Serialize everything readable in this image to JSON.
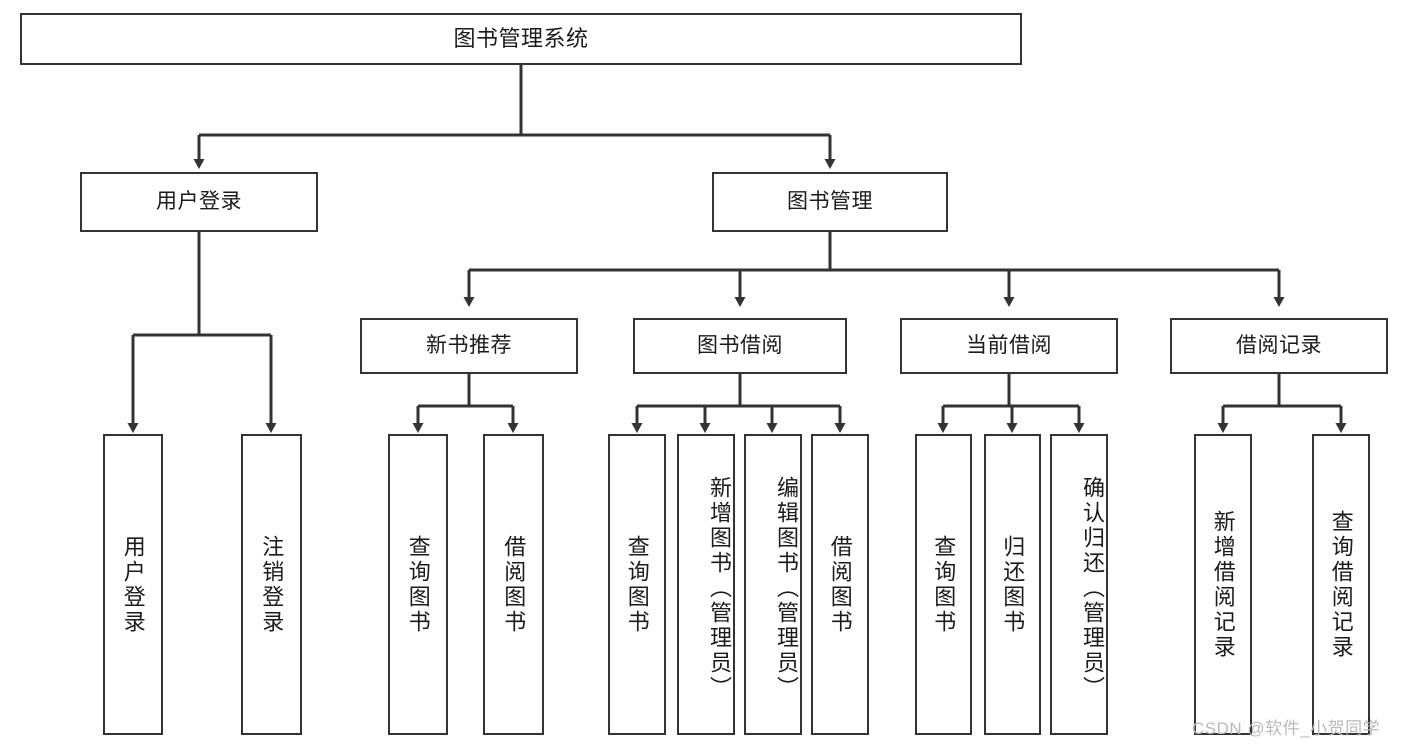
{
  "diagram": {
    "title": "图书管理系统",
    "type": "tree",
    "background": "#ffffff",
    "line_color": "#333333",
    "box_border_color": "#333333",
    "box_fill": "#ffffff",
    "text_color": "#1b1b1b"
  },
  "nodes": {
    "root": {
      "label": "图书管理系统"
    },
    "level2": [
      {
        "id": "user-login",
        "label": "用户登录"
      },
      {
        "id": "book-manage",
        "label": "图书管理"
      }
    ],
    "level3": [
      {
        "id": "new-book-recommend",
        "label": "新书推荐"
      },
      {
        "id": "book-borrow",
        "label": "图书借阅"
      },
      {
        "id": "current-borrow",
        "label": "当前借阅"
      },
      {
        "id": "borrow-record",
        "label": "借阅记录"
      }
    ],
    "leaves": {
      "user-login": [
        {
          "id": "leaf-user-login",
          "label": "用户登录"
        },
        {
          "id": "leaf-user-logout",
          "label": "注销登录"
        }
      ],
      "new-book-recommend": [
        {
          "id": "leaf-query-book-1",
          "label": "查询图书"
        },
        {
          "id": "leaf-borrow-book-1",
          "label": "借阅图书"
        }
      ],
      "book-borrow": [
        {
          "id": "leaf-query-book-2",
          "label": "查询图书"
        },
        {
          "id": "leaf-add-book",
          "label": "新增图书（管理员）"
        },
        {
          "id": "leaf-edit-book",
          "label": "编辑图书（管理员）"
        },
        {
          "id": "leaf-borrow-book-2",
          "label": "借阅图书"
        }
      ],
      "current-borrow": [
        {
          "id": "leaf-query-book-3",
          "label": "查询图书"
        },
        {
          "id": "leaf-return-book",
          "label": "归还图书"
        },
        {
          "id": "leaf-confirm-return",
          "label": "确认归还（管理员）"
        }
      ],
      "borrow-record": [
        {
          "id": "leaf-add-record",
          "label": "新增借阅记录"
        },
        {
          "id": "leaf-query-record",
          "label": "查询借阅记录"
        }
      ]
    }
  },
  "watermark": {
    "text": "CSDN @软件_小贺同学"
  }
}
